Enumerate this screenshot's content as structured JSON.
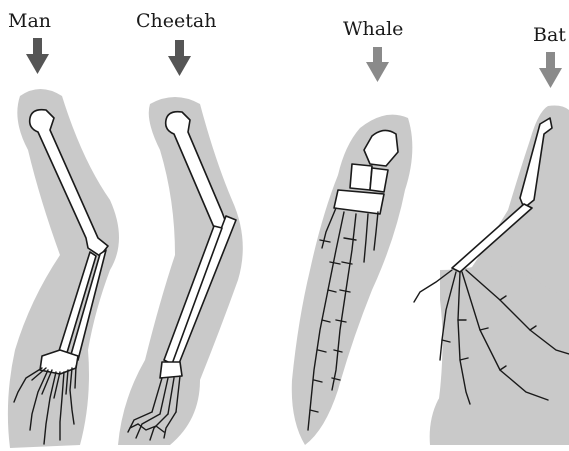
{
  "figure": {
    "labels": {
      "man": "Man",
      "cheetah": "Cheetah",
      "whale": "Whale",
      "bat": "Bat"
    }
  },
  "colors": {
    "arrow_dark": "#555555",
    "arrow_light": "#8a8a8a",
    "shading": "#c9c9c9",
    "bone_outline": "#1a1a1a"
  }
}
